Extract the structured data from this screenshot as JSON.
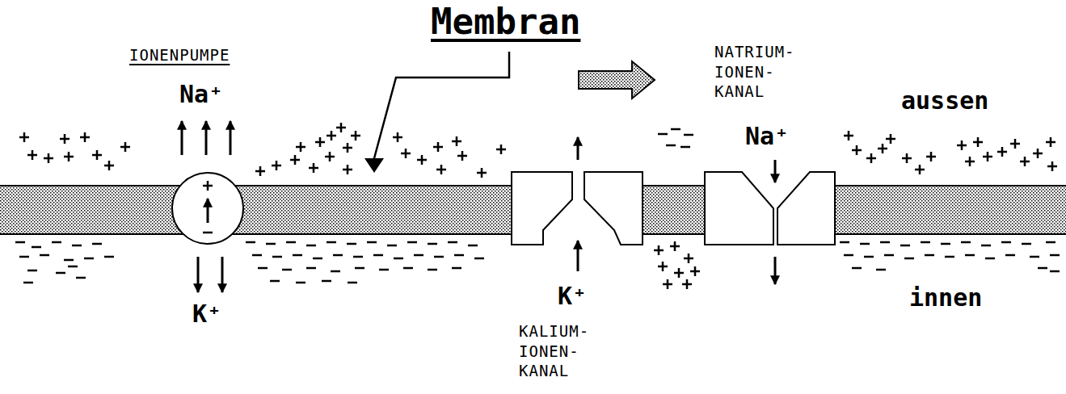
{
  "diagram": {
    "labels": [
      "IONENPUMPE",
      "Na⁺",
      "K⁺",
      "Membran",
      "K⁺",
      "KALIUM- IONEN- KANAL",
      "NATRIUM- IONEN- KANAL",
      "Na⁺",
      "aussen",
      "innen"
    ]
  }
}
